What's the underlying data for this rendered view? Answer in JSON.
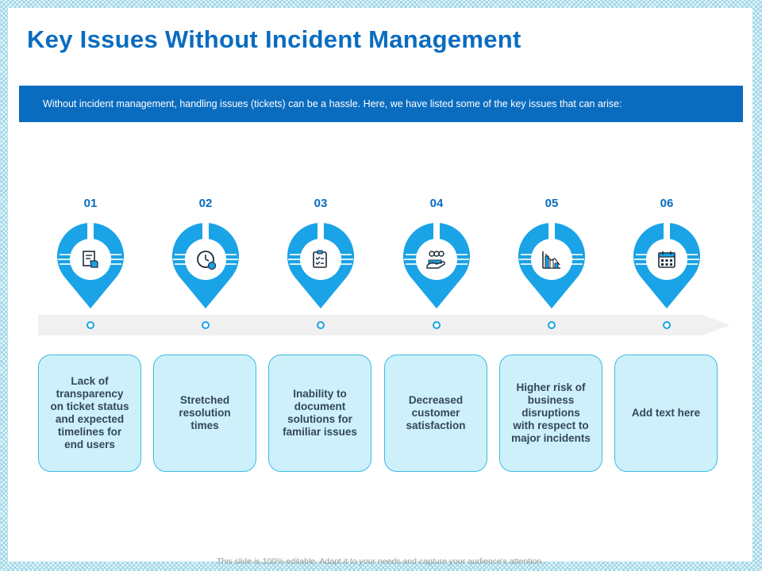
{
  "title": "Key Issues Without Incident Management",
  "banner_text": "Without incident management, handling issues (tickets) can be a hassle. Here, we have listed  some of the key issues that can arise:",
  "accent_color": "#0a6cbf",
  "pin_color": "#1aa3e6",
  "card_color": "#cdf0fb",
  "steps": [
    {
      "number": "01",
      "icon": "document-hand-icon",
      "text": "Lack of transparency on ticket status and expected timelines for end users"
    },
    {
      "number": "02",
      "icon": "clock-icon",
      "text": "Stretched resolution times"
    },
    {
      "number": "03",
      "icon": "checklist-icon",
      "text": "Inability to document solutions for familiar issues"
    },
    {
      "number": "04",
      "icon": "customer-care-icon",
      "text": "Decreased customer satisfaction"
    },
    {
      "number": "05",
      "icon": "bar-chart-icon",
      "text": "Higher risk of business disruptions with respect to major incidents"
    },
    {
      "number": "06",
      "icon": "calendar-icon",
      "text": "Add text here"
    }
  ],
  "footer": "This slide is 100% editable. Adapt it to your needs and capture your audience's attention."
}
